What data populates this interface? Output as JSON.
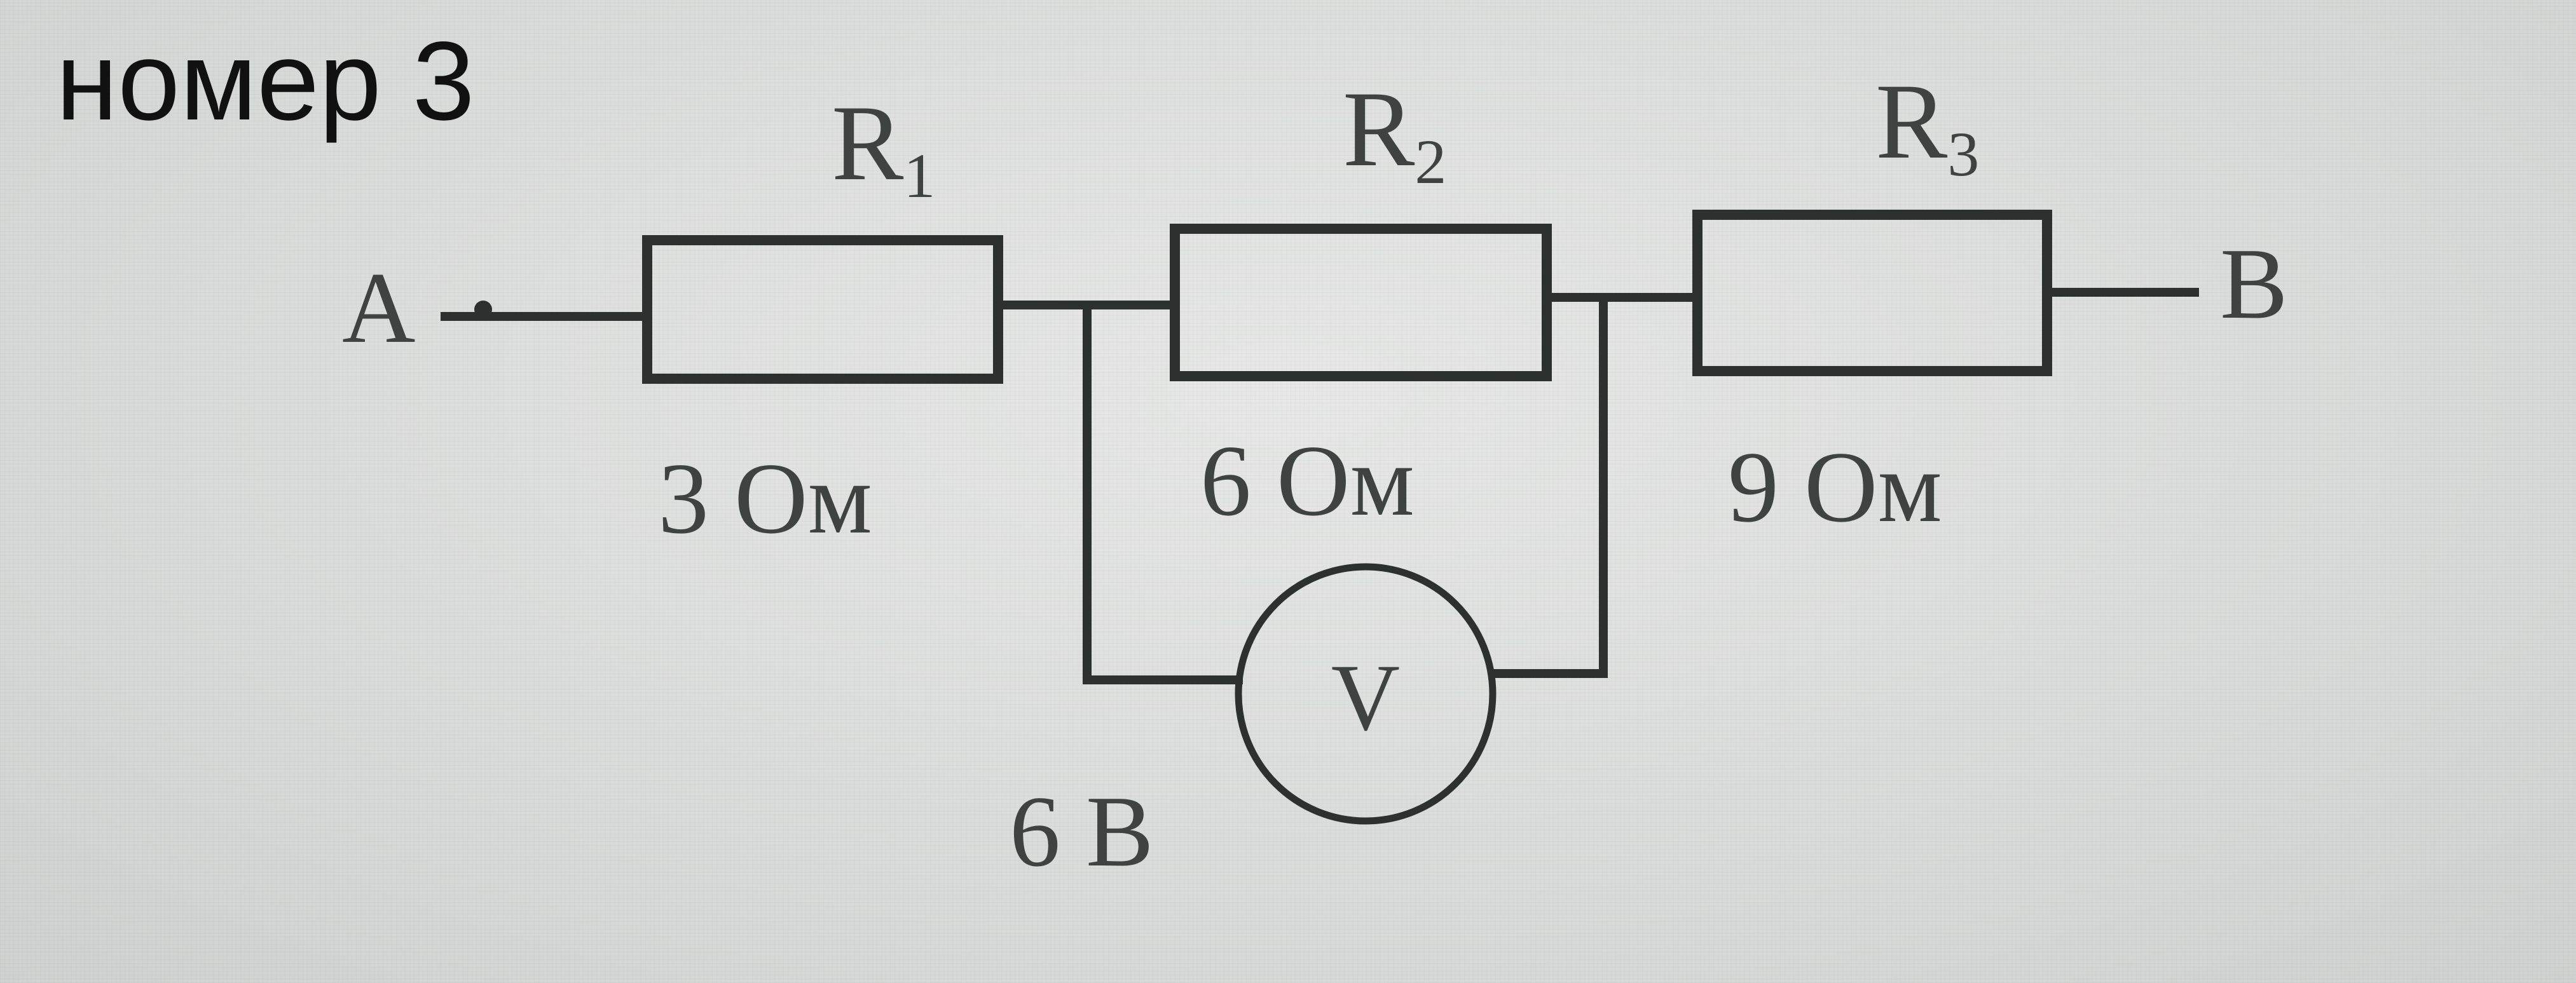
{
  "caption": "номер 3",
  "terminals": {
    "a": "A",
    "b": "B"
  },
  "resistors": [
    {
      "name": "R",
      "index": "1",
      "value": "3 Ом"
    },
    {
      "name": "R",
      "index": "2",
      "value": "6 Ом"
    },
    {
      "name": "R",
      "index": "3",
      "value": "9 Ом"
    }
  ],
  "voltmeter": {
    "symbol": "V",
    "reading": "6 В"
  }
}
